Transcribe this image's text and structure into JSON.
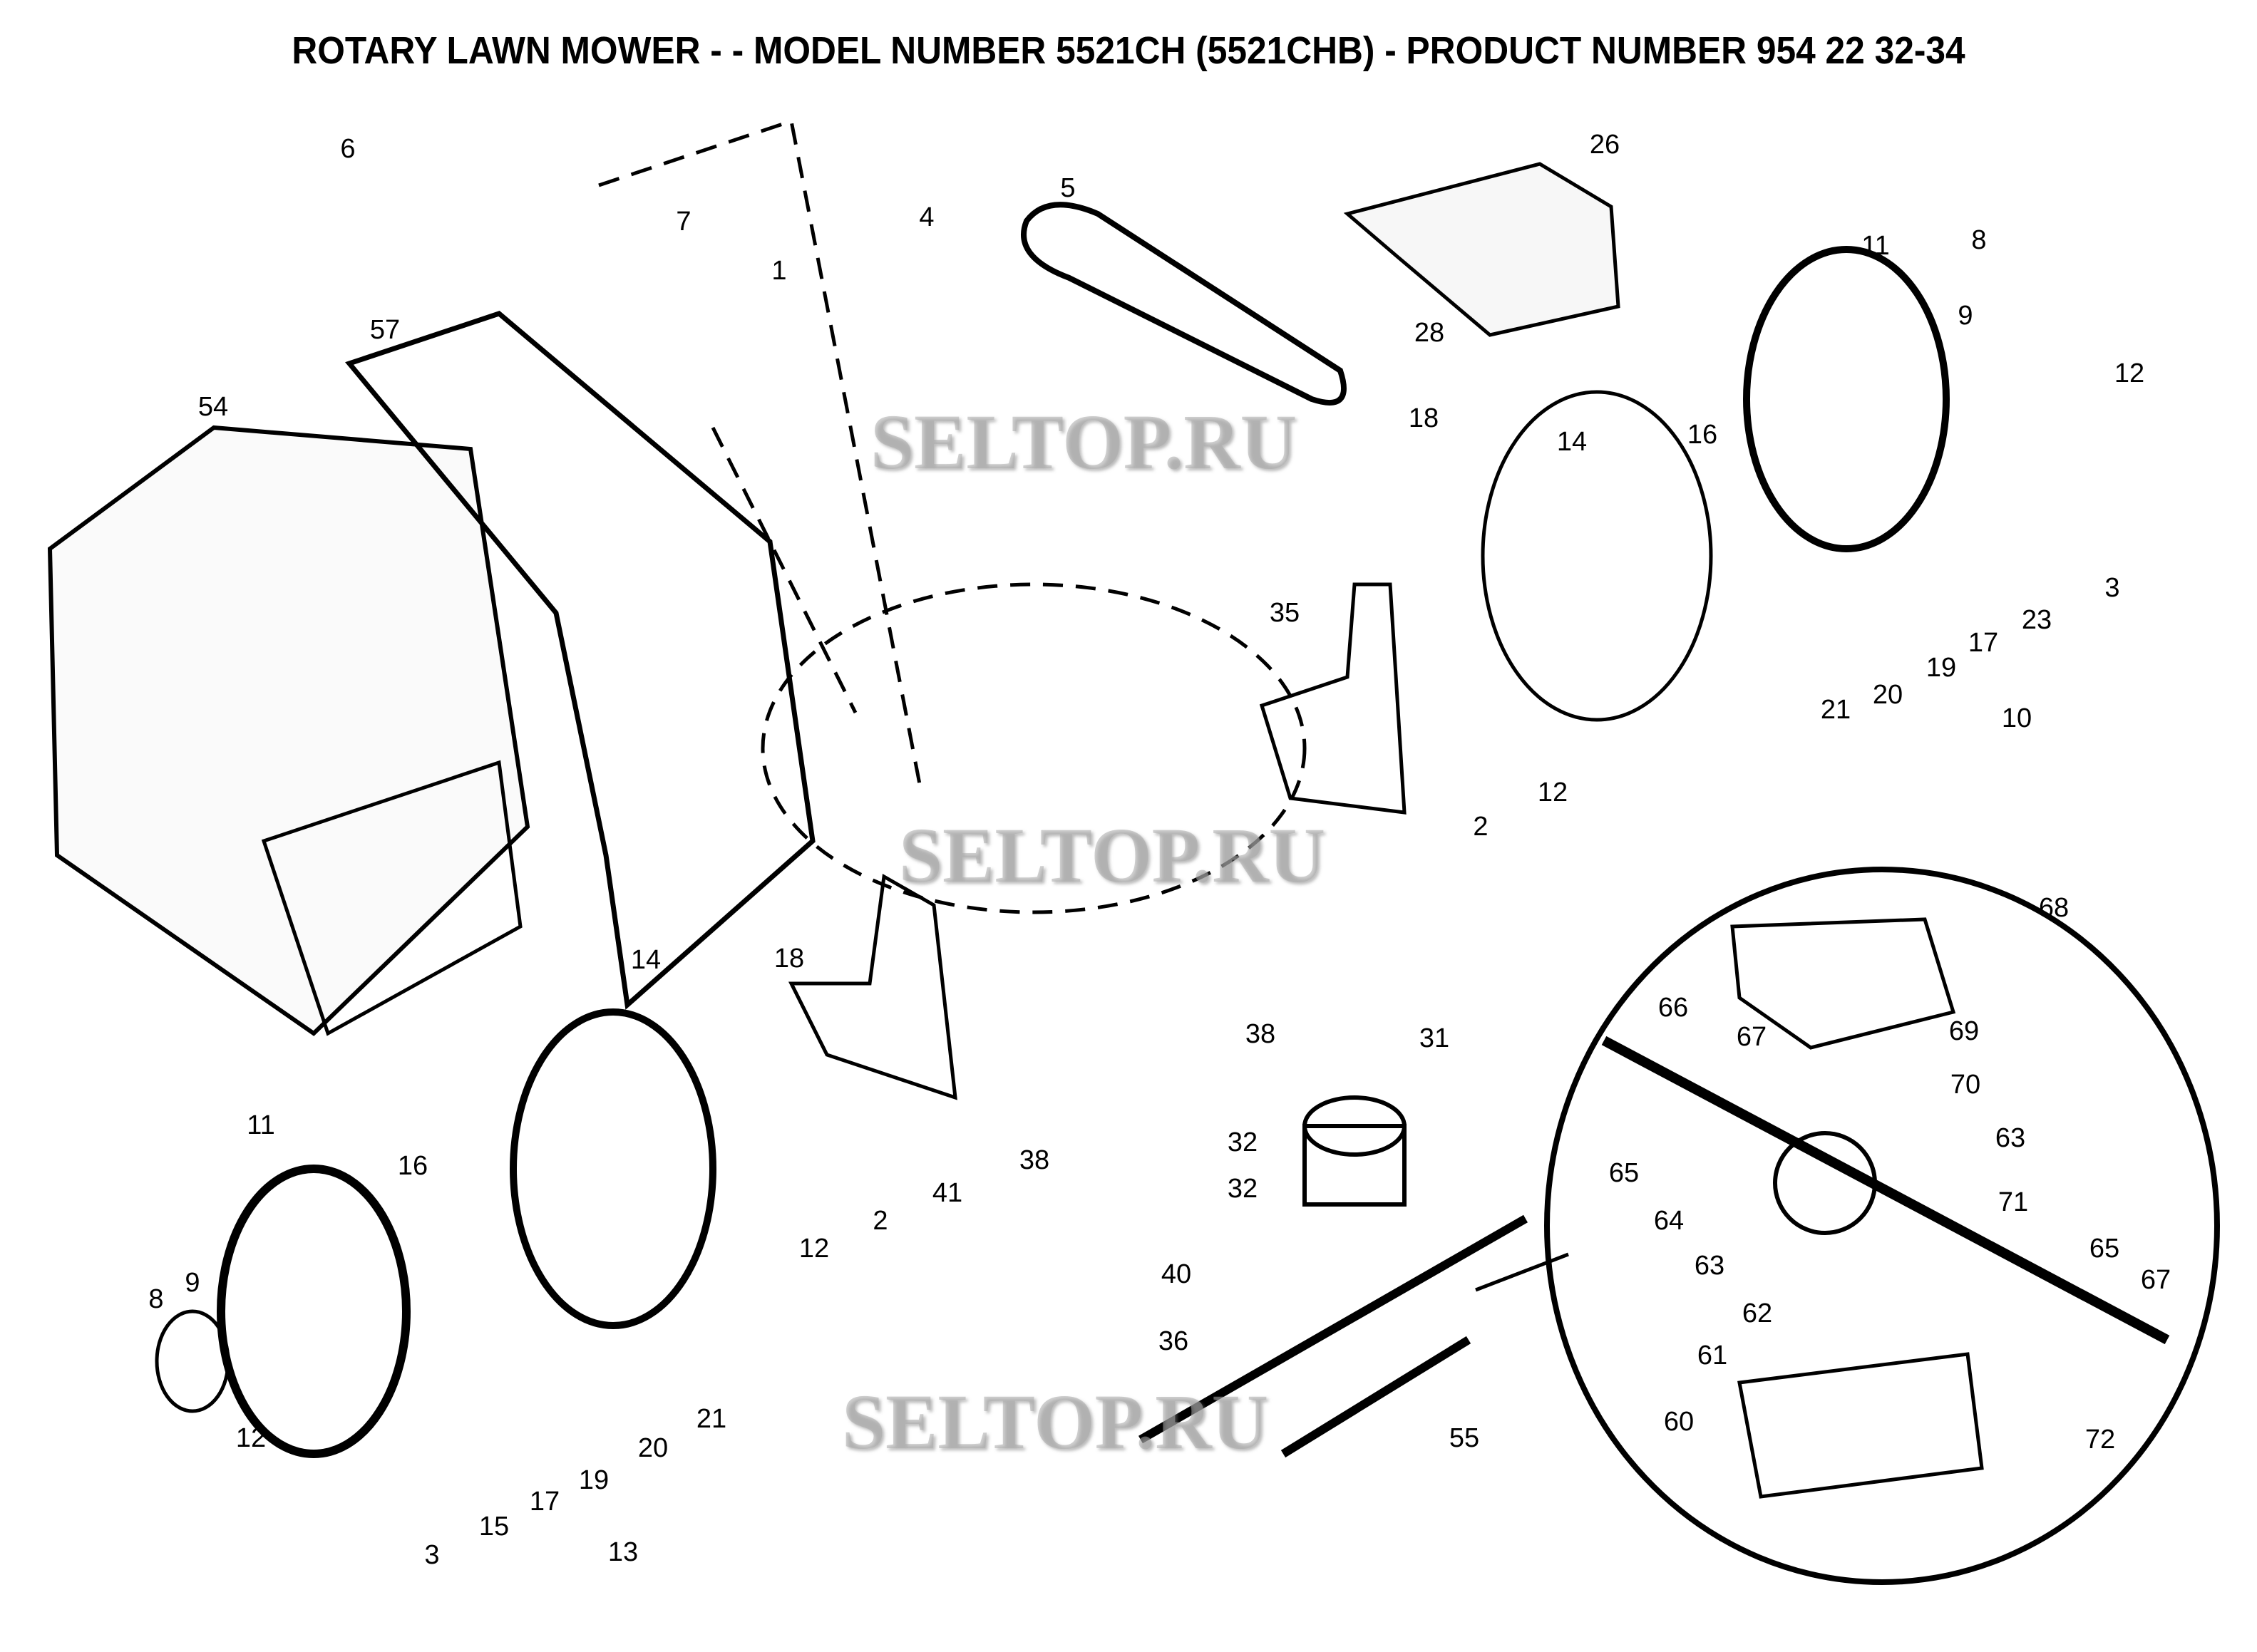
{
  "title": "ROTARY LAWN MOWER - - MODEL NUMBER 5521CH (5521CHB) - PRODUCT NUMBER 954 22 32-34",
  "watermark": "SELTOP.RU",
  "labels": [
    "6",
    "7",
    "4",
    "1",
    "5",
    "26",
    "28",
    "11",
    "8",
    "9",
    "12",
    "57",
    "54",
    "18",
    "16",
    "14",
    "35",
    "3",
    "23",
    "17",
    "19",
    "20",
    "21",
    "10",
    "12",
    "2",
    "68",
    "18",
    "38",
    "31",
    "66",
    "67",
    "69",
    "70",
    "14",
    "63",
    "65",
    "71",
    "32",
    "32",
    "41",
    "38",
    "2",
    "12",
    "11",
    "16",
    "64",
    "65",
    "63",
    "40",
    "67",
    "62",
    "8",
    "9",
    "36",
    "61",
    "21",
    "20",
    "55",
    "60",
    "72",
    "12",
    "19",
    "17",
    "15",
    "3",
    "13"
  ]
}
